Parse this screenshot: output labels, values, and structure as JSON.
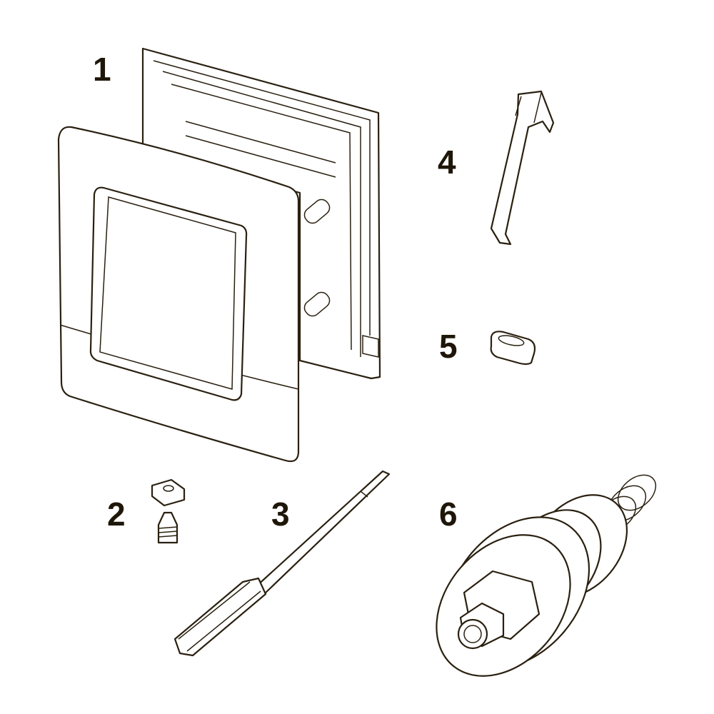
{
  "labels": {
    "part1": "1",
    "part2": "2",
    "part3": "3",
    "part4": "4",
    "part5": "5",
    "part6": "6"
  },
  "colors": {
    "line": "#2a2010",
    "background": "#ffffff"
  }
}
